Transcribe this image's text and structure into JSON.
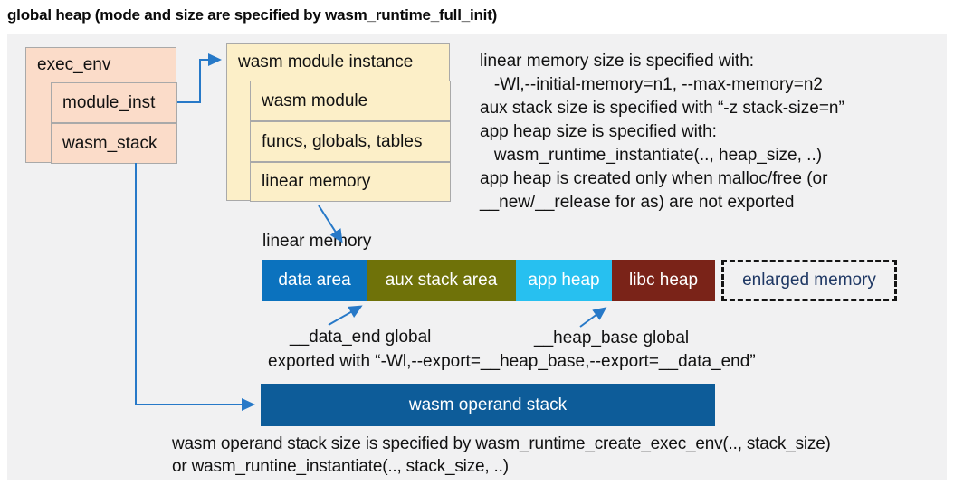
{
  "title": "global heap (mode and size are specified by wasm_runtime_full_init)",
  "exec_env": {
    "header": "exec_env",
    "children": [
      "module_inst",
      "wasm_stack"
    ]
  },
  "module_instance": {
    "header": "wasm module instance",
    "children": [
      "wasm module",
      "funcs, globals, tables",
      "linear memory"
    ]
  },
  "notes_right": {
    "lines": [
      "linear memory size is specified with:",
      "   -Wl,--initial-memory=n1, --max-memory=n2",
      "aux stack size is specified with “-z stack-size=n”",
      "app heap size is specified with:",
      "   wasm_runtime_instantiate(.., heap_size, ..)",
      "app heap is created only when malloc/free (or",
      "__new/__release for as) are not exported"
    ]
  },
  "linear_memory": {
    "label": "linear memory",
    "segments": [
      {
        "label": "data area",
        "color": "#0b72be"
      },
      {
        "label": "aux stack area",
        "color": "#6f7209"
      },
      {
        "label": "app heap",
        "color": "#27c0f0"
      },
      {
        "label": "libc heap",
        "color": "#7a2318"
      },
      {
        "label": "enlarged memory",
        "color": "transparent",
        "text_color": "#1f3864"
      }
    ],
    "annotations": {
      "data_end": "__data_end global",
      "heap_base": "__heap_base global",
      "exported": "exported with “-Wl,--export=__heap_base,--export=__data_end”"
    }
  },
  "operand_stack": {
    "label": "wasm operand stack",
    "color": "#0d5c99"
  },
  "notes_bottom": {
    "lines": [
      "wasm operand stack size is specified by wasm_runtime_create_exec_env(.., stack_size)",
      "or wasm_runtine_instantiate(.., stack_size, ..)"
    ]
  },
  "colors": {
    "arrow": "#2779c8",
    "panel_background": "#f1f1f2",
    "exec_env_fill": "#fbdcc9",
    "module_instance_fill": "#fcefc8",
    "box_border": "#a9a9a9",
    "enlarged_memory_text": "#1f3864"
  }
}
